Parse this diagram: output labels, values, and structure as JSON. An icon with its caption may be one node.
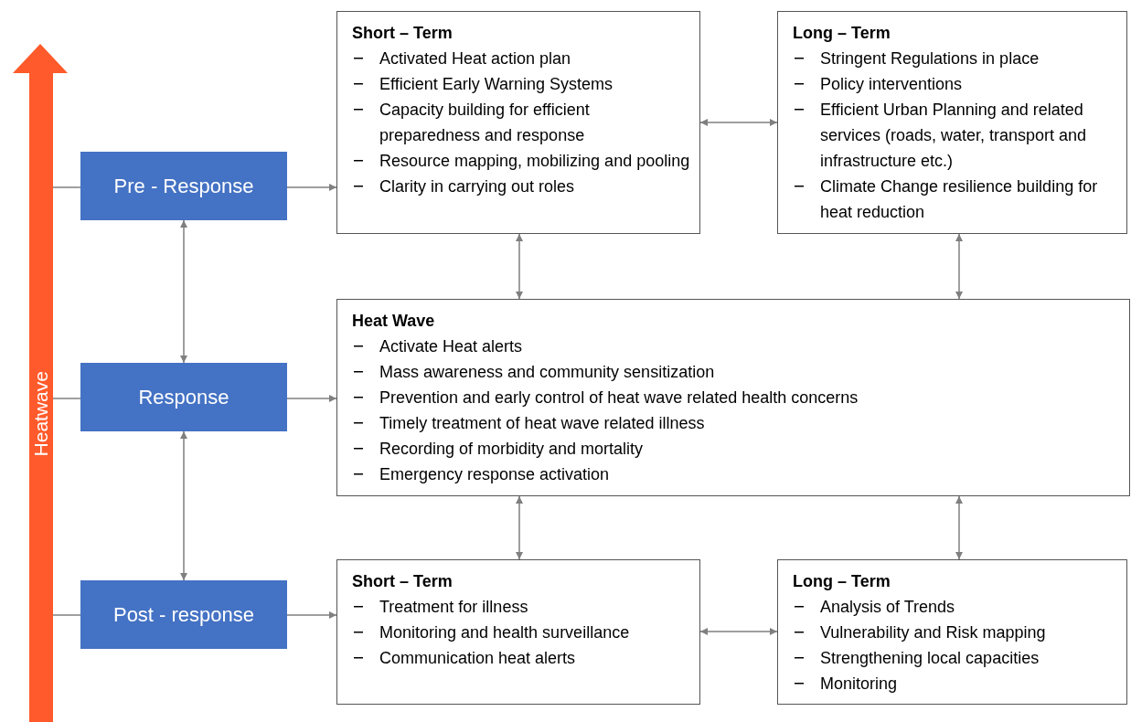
{
  "diagram": {
    "nodes": [
      {
        "text": [
          "Heatwave"
        ]
      },
      {
        "text": [
          "Pre - Response"
        ]
      },
      {
        "text": [
          "Response"
        ]
      },
      {
        "text": [
          "Post - response"
        ]
      },
      {
        "text": [
          "Short – Term",
          "Activated Heat action plan",
          "Efficient Early Warning Systems",
          "Capacity building for efficient preparedness and response",
          "Resource mapping, mobilizing and pooling",
          "Clarity in carrying out roles"
        ]
      },
      {
        "text": [
          "Long – Term",
          "Stringent Regulations in place",
          "Policy interventions",
          "Efficient Urban Planning and related services (roads, water, transport and infrastructure etc.)",
          "Climate Change resilience building for heat reduction"
        ]
      },
      {
        "text": [
          "Heat Wave",
          "Activate Heat alerts",
          "Mass awareness and community sensitization",
          "Prevention and early control of heat wave related health concerns",
          "Timely treatment of heat wave related illness",
          "Recording of morbidity and mortality",
          "Emergency response activation"
        ]
      },
      {
        "text": [
          "Short – Term",
          "Treatment for illness",
          "Monitoring and health surveillance",
          "Communication heat alerts"
        ]
      },
      {
        "text": [
          "Long – Term",
          "Analysis of Trends",
          "Vulnerability and Risk mapping",
          "Strengthening local capacities",
          "Monitoring"
        ]
      }
    ],
    "edges": [
      {
        "from": 0,
        "to": 1,
        "arrow": "none"
      },
      {
        "from": 0,
        "to": 2,
        "arrow": "none"
      },
      {
        "from": 0,
        "to": 3,
        "arrow": "none"
      },
      {
        "from": 1,
        "to": 4,
        "arrow": "to"
      },
      {
        "from": 2,
        "to": 6,
        "arrow": "to"
      },
      {
        "from": 3,
        "to": 7,
        "arrow": "to"
      },
      {
        "from": 1,
        "to": 2,
        "arrow": "both"
      },
      {
        "from": 2,
        "to": 3,
        "arrow": "both"
      },
      {
        "from": 4,
        "to": 5,
        "arrow": "both"
      },
      {
        "from": 4,
        "to": 6,
        "arrow": "both"
      },
      {
        "from": 5,
        "to": 6,
        "arrow": "both"
      },
      {
        "from": 6,
        "to": 7,
        "arrow": "both"
      },
      {
        "from": 6,
        "to": 8,
        "arrow": "both"
      },
      {
        "from": 7,
        "to": 8,
        "arrow": "both"
      }
    ]
  }
}
